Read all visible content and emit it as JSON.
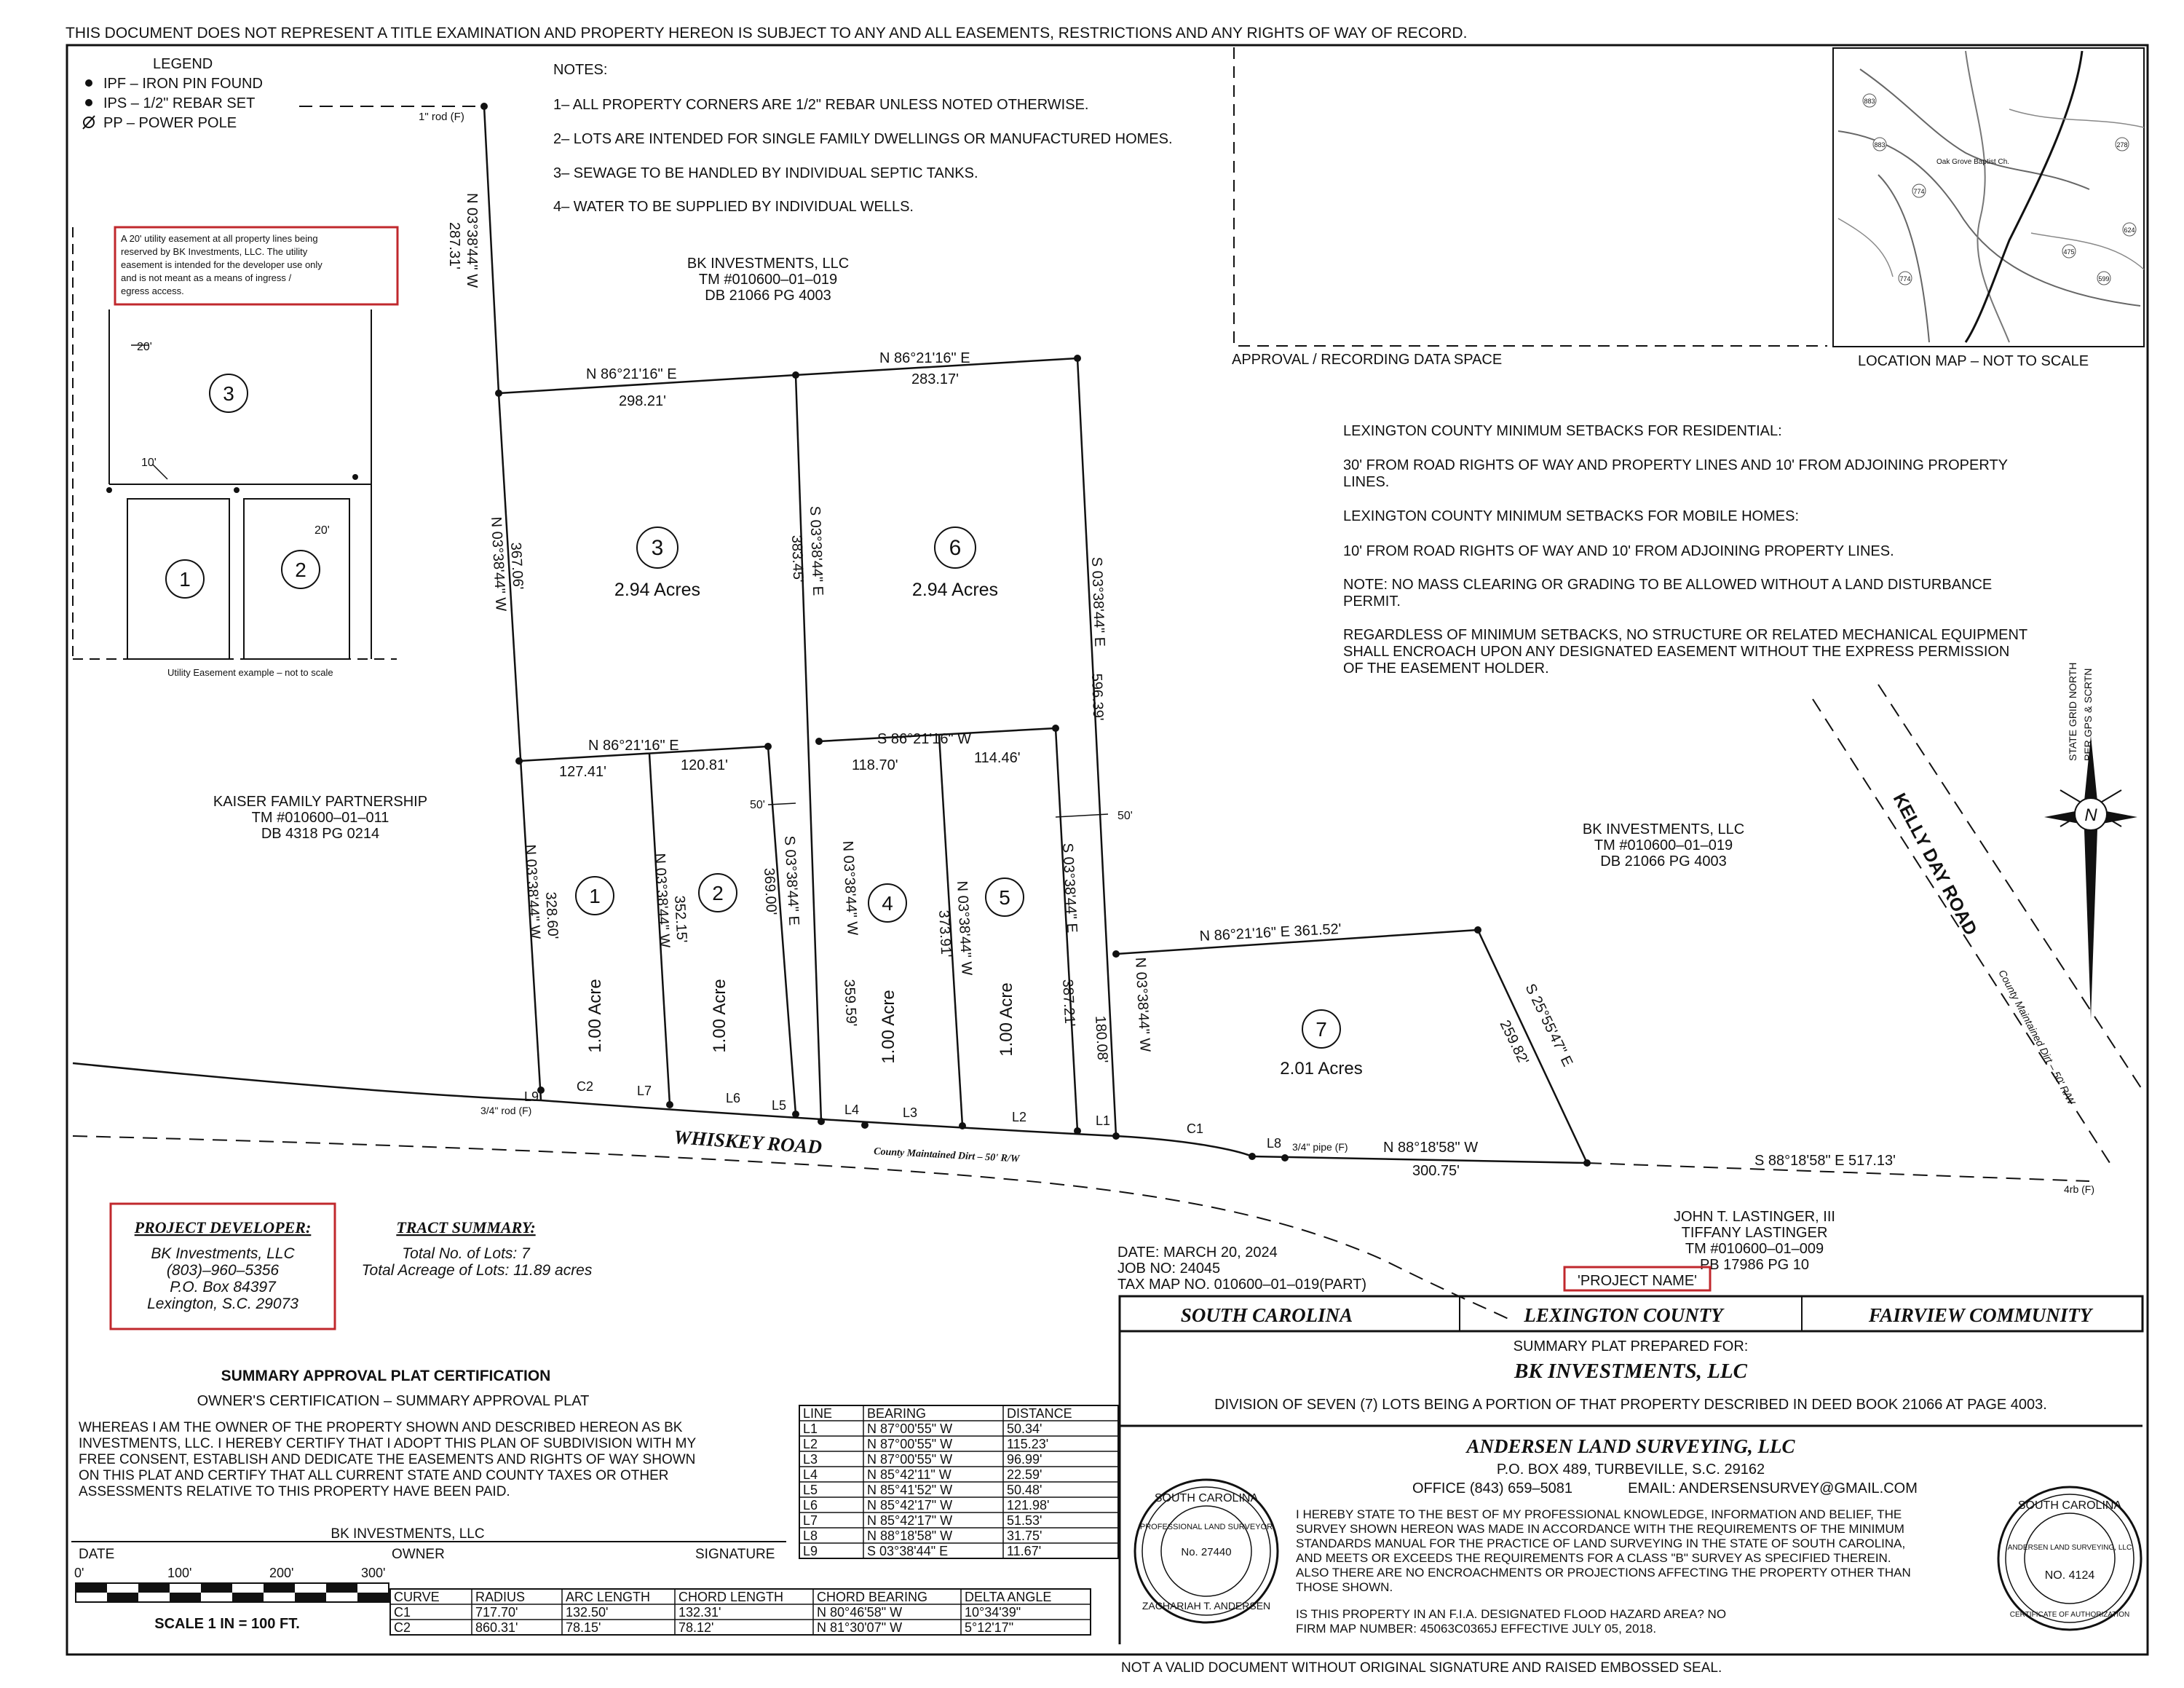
{
  "disclaimer_top": "THIS DOCUMENT DOES NOT REPRESENT A TITLE EXAMINATION AND PROPERTY HEREON IS SUBJECT TO ANY AND ALL EASEMENTS, RESTRICTIONS AND ANY RIGHTS OF WAY OF RECORD.",
  "disclaimer_bottom": "NOT A VALID DOCUMENT WITHOUT ORIGINAL SIGNATURE AND RAISED EMBOSSED SEAL.",
  "legend": {
    "title": "LEGEND",
    "items": [
      "IPF  –  IRON PIN FOUND",
      "IPS  –  1/2\" REBAR SET",
      "PP  –  POWER POLE"
    ]
  },
  "notes": {
    "title": "NOTES:",
    "items": [
      "1–  ALL PROPERTY CORNERS ARE 1/2\" REBAR UNLESS NOTED OTHERWISE.",
      "2–  LOTS ARE INTENDED FOR SINGLE FAMILY DWELLINGS OR MANUFACTURED HOMES.",
      "3–  SEWAGE TO BE HANDLED BY INDIVIDUAL SEPTIC TANKS.",
      "4–  WATER TO BE SUPPLIED BY INDIVIDUAL WELLS."
    ]
  },
  "easement_note": [
    "A 20' utility easement at all property lines being",
    "reserved by BK Investments, LLC. The utility",
    "easement is intended for the developer use only",
    "and is not meant as a means of ingress /",
    "egress access."
  ],
  "easement_example_caption": "Utility Easement example – not to scale",
  "example": {
    "lot_a": "1",
    "lot_b": "2",
    "lot_c": "3",
    "dim_20a": "20'",
    "dim_20b": "20'",
    "dim_10": "10'"
  },
  "approval_space": "APPROVAL / RECORDING DATA SPACE",
  "location_map": {
    "caption": "LOCATION MAP – NOT TO SCALE",
    "label_church": "Oak Grove Baptist Ch.",
    "routes": [
      "883",
      "883",
      "774",
      "278",
      "624",
      "475",
      "599",
      "774"
    ]
  },
  "setbacks": [
    "LEXINGTON COUNTY MINIMUM SETBACKS FOR RESIDENTIAL:",
    "30' FROM ROAD RIGHTS OF WAY AND PROPERTY LINES AND 10' FROM ADJOINING PROPERTY",
    "LINES.",
    "LEXINGTON COUNTY MINIMUM SETBACKS FOR MOBILE HOMES:",
    "10' FROM ROAD RIGHTS OF WAY AND 10' FROM ADJOINING PROPERTY LINES.",
    "NOTE:  NO MASS CLEARING OR GRADING TO BE ALLOWED WITHOUT A LAND DISTURBANCE",
    "PERMIT.",
    "REGARDLESS OF MINIMUM SETBACKS, NO STRUCTURE OR RELATED MECHANICAL EQUIPMENT",
    "SHALL ENCROACH UPON ANY DESIGNATED EASEMENT WITHOUT THE EXPRESS PERMISSION",
    "OF THE EASEMENT HOLDER."
  ],
  "parcels": {
    "bk_north": [
      "BK INVESTMENTS, LLC",
      "TM #010600–01–019",
      "DB 21066 PG 4003"
    ],
    "kaiser": [
      "KAISER FAMILY PARTNERSHIP",
      "TM #010600–01–011",
      "DB 4318 PG 0214"
    ],
    "bk_east": [
      "BK INVESTMENTS, LLC",
      "TM #010600–01–019",
      "DB 21066 PG 4003"
    ],
    "lastinger": [
      "JOHN T. LASTINGER, III",
      "TIFFANY LASTINGER",
      "TM #010600–01–009",
      "PB 17986 PG 10"
    ]
  },
  "lots": [
    {
      "num": "1",
      "area": "1.00 Acre"
    },
    {
      "num": "2",
      "area": "1.00 Acre"
    },
    {
      "num": "3",
      "area": "2.94 Acres"
    },
    {
      "num": "4",
      "area": "1.00 Acre"
    },
    {
      "num": "5",
      "area": "1.00 Acre"
    },
    {
      "num": "6",
      "area": "2.94 Acres"
    },
    {
      "num": "7",
      "area": "2.01 Acres"
    }
  ],
  "bearings": {
    "north_w": "N 86°21'16\" E",
    "north_w_d": "298.21'",
    "north_e": "N 86°21'16\" E",
    "north_e_d": "283.17'",
    "west_up": "N 03°38'44\" W",
    "west_up_d": "287.31'",
    "west_mid": "N 03°38'44\" W",
    "west_mid_d": "367.06'",
    "mid3_6": "S 03°38'44\" E",
    "mid3_6_d": "383.45'",
    "east6": "S 03°38'44\" E",
    "east6_d": "596.39'",
    "l1_top": "N 86°21'16\" E",
    "l1_d": "127.41'",
    "l2_d": "120.81'",
    "l45_top": "S 86°21'16\" W",
    "l4_d": "118.70'",
    "l5_d": "114.46'",
    "lot1_w": "N 03°38'44\" W",
    "lot1_w_d": "328.60'",
    "lot12": "N 03°38'44\" W",
    "lot12_d": "352.15'",
    "lot2_e": "S 03°38'44\" E",
    "lot2_e_d": "369.00'",
    "lot4_w": "N 03°38'44\" W",
    "lot4_w_d": "359.59'",
    "lot45": "N 03°38'44\" W",
    "lot45_d": "373.91'",
    "lot5_e": "S 03°38'44\" E",
    "lot5_e_d": "387.21'",
    "lot7_w": "N 03°38'44\" W",
    "lot7_w_d": "180.08'",
    "lot7_n": "N 86°21'16\" E  361.52'",
    "lot7_e": "S 25°55'47\" E",
    "lot7_e_d": "259.82'",
    "lot7_s": "N 88°18'58\" W",
    "lot7_s_d": "300.75'",
    "lastinger_line": "S 88°18'58\" E  517.13'",
    "ew_50a": "50'",
    "ew_50b": "50'",
    "rod_top": "1\" rod (F)",
    "rod_sw": "3/4\" rod (F)",
    "pipe": "3/4\" pipe (F)",
    "rb": "4rb (F)"
  },
  "segment_labels": [
    "L9",
    "C2",
    "L7",
    "L6",
    "L5",
    "L4",
    "L3",
    "L2",
    "L1",
    "C1",
    "L8"
  ],
  "roads": {
    "whiskey": "WHISKEY ROAD",
    "whiskey_sub": "County Maintained Dirt – 50' R/W",
    "kelly": "KELLY DAY ROAD",
    "kelly_sub": "County Maintained Dirt – 50' R/W"
  },
  "north_arrow": {
    "label": "STATE GRID NORTH",
    "label2": "PER GPS & SCRTN",
    "n": "N"
  },
  "developer": {
    "title": "PROJECT DEVELOPER:",
    "lines": [
      "BK Investments, LLC",
      "(803)–960–5356",
      "P.O. Box 84397",
      "Lexington, S.C. 29073"
    ]
  },
  "tract_summary": {
    "title": "TRACT SUMMARY:",
    "lines": [
      "Total No. of Lots:  7",
      "Total Acreage of Lots:  11.89 acres"
    ]
  },
  "job": {
    "date": "DATE:  MARCH 20, 2024",
    "job_no": "JOB NO:  24045",
    "tax_map": "TAX MAP NO. 010600–01–019(PART)",
    "project_name": "'PROJECT NAME'"
  },
  "title_block": {
    "state": "SOUTH CAROLINA",
    "county": "LEXINGTON COUNTY",
    "community": "FAIRVIEW COMMUNITY",
    "prepared_for_label": "SUMMARY PLAT PREPARED FOR:",
    "prepared_for": "BK INVESTMENTS, LLC",
    "division": "DIVISION OF SEVEN (7) LOTS BEING A PORTION OF THAT PROPERTY DESCRIBED IN DEED BOOK 21066 AT PAGE 4003.",
    "surveyor": "ANDERSEN LAND SURVEYING, LLC",
    "address": "P.O. BOX 489, TURBEVILLE, S.C. 29162",
    "office": "OFFICE (843) 659–5081",
    "email": "EMAIL:  ANDERSENSURVEY@GMAIL.COM",
    "statement": [
      "I HEREBY STATE TO THE BEST OF MY PROFESSIONAL KNOWLEDGE, INFORMATION AND BELIEF, THE",
      "SURVEY SHOWN HEREON WAS MADE IN ACCORDANCE WITH THE REQUIREMENTS OF THE MINIMUM",
      "STANDARDS MANUAL FOR THE PRACTICE OF LAND SURVEYING IN THE STATE OF SOUTH CAROLINA,",
      "AND MEETS OR EXCEEDS THE REQUIREMENTS FOR A CLASS \"B\" SURVEY AS SPECIFIED THEREIN.",
      "ALSO THERE ARE NO ENCROACHMENTS OR PROJECTIONS AFFECTING THE PROPERTY OTHER THAN",
      "THOSE SHOWN."
    ],
    "flood": [
      "IS THIS PROPERTY IN AN F.I.A. DESIGNATED FLOOD HAZARD AREA?  NO",
      "FIRM MAP NUMBER:  45063C0365J   EFFECTIVE JULY 05, 2018."
    ]
  },
  "seal_left": {
    "top": "SOUTH CAROLINA",
    "mid": "PROFESSIONAL LAND SURVEYOR",
    "no": "No. 27440",
    "name": "ZACHARIAH T. ANDERSEN"
  },
  "seal_right": {
    "top": "SOUTH CAROLINA",
    "mid": "ANDERSEN LAND SURVEYING, LLC",
    "no": "NO. 4124",
    "bottom": "CERTIFICATE OF AUTHORIZATION"
  },
  "certification": {
    "title": "SUMMARY APPROVAL PLAT CERTIFICATION",
    "subtitle": "OWNER'S CERTIFICATION – SUMMARY APPROVAL PLAT",
    "body": [
      "WHEREAS I AM THE OWNER OF THE PROPERTY SHOWN AND DESCRIBED HEREON AS BK",
      "INVESTMENTS, LLC. I HEREBY CERTIFY THAT I ADOPT THIS PLAN OF SUBDIVISION WITH MY",
      "FREE CONSENT, ESTABLISH AND DEDICATE THE EASEMENTS AND RIGHTS OF WAY SHOWN",
      "ON THIS PLAT AND CERTIFY THAT ALL CURRENT STATE AND COUNTY TAXES OR OTHER",
      "ASSESSMENTS RELATIVE TO THIS PROPERTY HAVE BEEN PAID."
    ],
    "owner_name": "BK INVESTMENTS, LLC",
    "date_label": "DATE",
    "owner_label": "OWNER",
    "signature_label": "SIGNATURE"
  },
  "scale_bar": {
    "ticks": [
      "0'",
      "100'",
      "200'",
      "300'"
    ],
    "caption": "SCALE 1 IN = 100 FT."
  },
  "line_table": {
    "headers": [
      "LINE",
      "BEARING",
      "DISTANCE"
    ],
    "rows": [
      [
        "L1",
        "N 87°00'55\" W",
        "50.34'"
      ],
      [
        "L2",
        "N 87°00'55\" W",
        "115.23'"
      ],
      [
        "L3",
        "N 87°00'55\" W",
        "96.99'"
      ],
      [
        "L4",
        "N 85°42'11\" W",
        "22.59'"
      ],
      [
        "L5",
        "N 85°41'52\" W",
        "50.48'"
      ],
      [
        "L6",
        "N 85°42'17\" W",
        "121.98'"
      ],
      [
        "L7",
        "N 85°42'17\" W",
        "51.53'"
      ],
      [
        "L8",
        "N 88°18'58\" W",
        "31.75'"
      ],
      [
        "L9",
        "S 03°38'44\" E",
        "11.67'"
      ]
    ]
  },
  "curve_table": {
    "headers": [
      "CURVE",
      "RADIUS",
      "ARC LENGTH",
      "CHORD LENGTH",
      "CHORD BEARING",
      "DELTA ANGLE"
    ],
    "rows": [
      [
        "C1",
        "717.70'",
        "132.50'",
        "132.31'",
        "N 80°46'58\" W",
        "10°34'39\""
      ],
      [
        "C2",
        "860.31'",
        "78.15'",
        "78.12'",
        "N 81°30'07\" W",
        "5°12'17\""
      ]
    ]
  }
}
